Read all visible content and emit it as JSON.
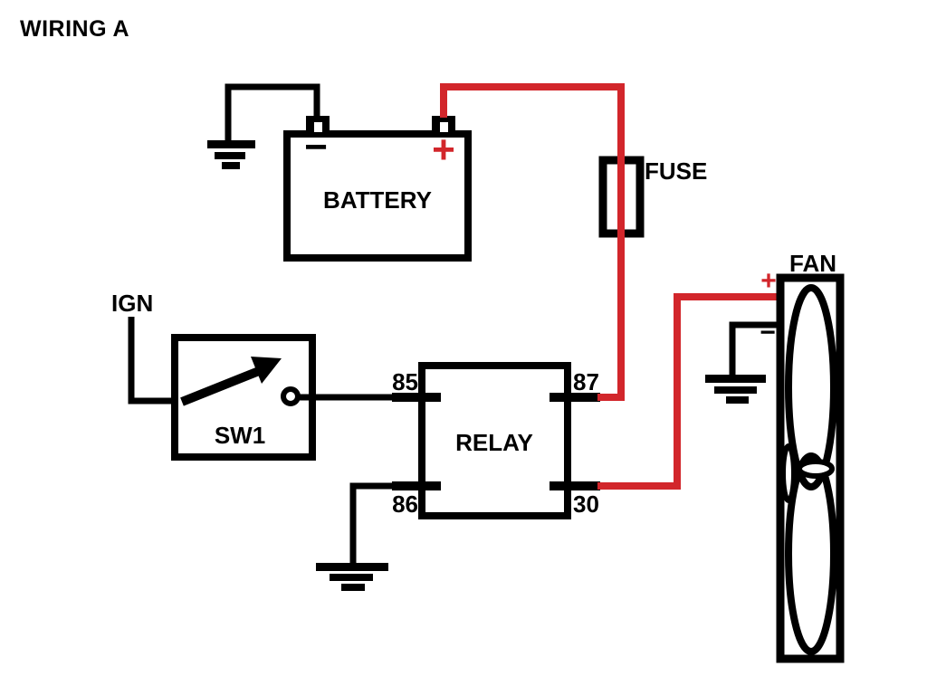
{
  "title": "WIRING A",
  "colors": {
    "wire_black": "#000000",
    "wire_red": "#d2262b",
    "background": "#ffffff"
  },
  "battery": {
    "label": "BATTERY",
    "negative_sign": "−",
    "positive_sign": "+"
  },
  "fuse": {
    "label": "FUSE"
  },
  "ignition": {
    "label": "IGN"
  },
  "switch": {
    "label": "SW1"
  },
  "relay": {
    "label": "RELAY",
    "terminal_85": "85",
    "terminal_87": "87",
    "terminal_86": "86",
    "terminal_30": "30"
  },
  "fan": {
    "label": "FAN",
    "positive_sign": "+",
    "negative_sign": "−"
  }
}
